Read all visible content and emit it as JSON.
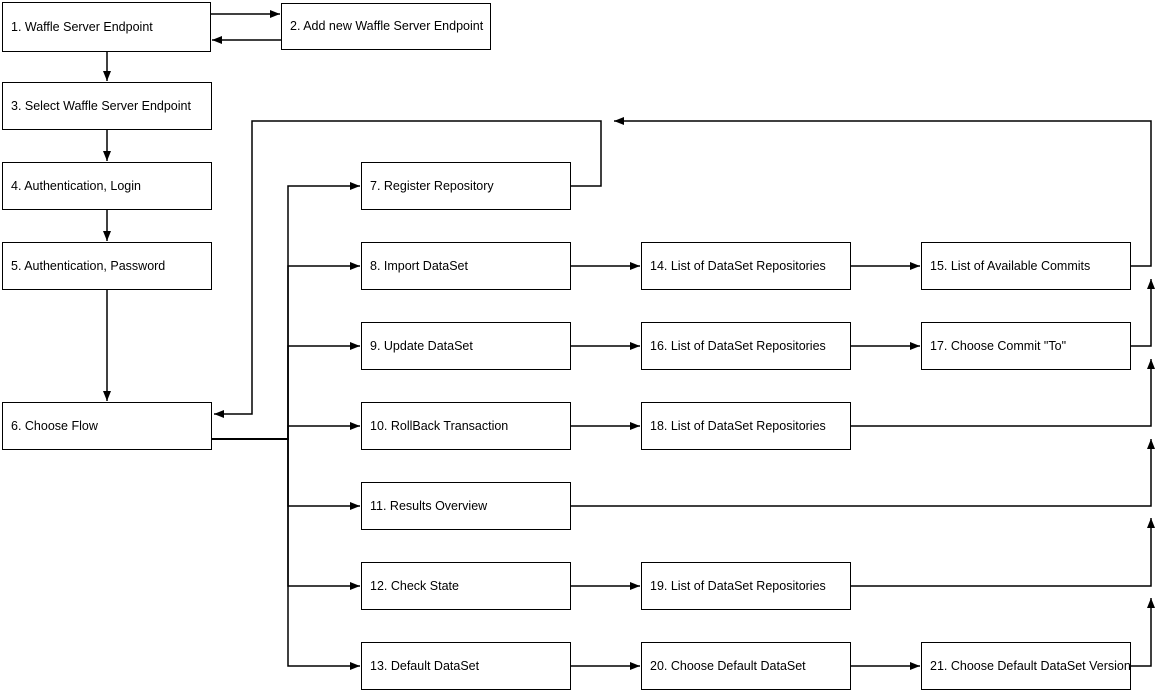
{
  "diagram": {
    "colors": {
      "background": "#ffffff",
      "node_fill": "#ffffff",
      "node_stroke": "#000000",
      "text": "#000000",
      "arrow": "#000000"
    },
    "nodes": [
      {
        "id": "n1",
        "label": "1. Waffle Server Endpoint"
      },
      {
        "id": "n2",
        "label": "2. Add new Waffle Server Endpoint"
      },
      {
        "id": "n3",
        "label": "3. Select Waffle Server Endpoint"
      },
      {
        "id": "n4",
        "label": "4. Authentication, Login"
      },
      {
        "id": "n5",
        "label": "5. Authentication, Password"
      },
      {
        "id": "n6",
        "label": "6. Choose Flow"
      },
      {
        "id": "n7",
        "label": "7. Register Repository"
      },
      {
        "id": "n8",
        "label": "8. Import DataSet"
      },
      {
        "id": "n9",
        "label": "9. Update DataSet"
      },
      {
        "id": "n10",
        "label": "10. RollBack Transaction"
      },
      {
        "id": "n11",
        "label": "11. Results Overview"
      },
      {
        "id": "n12",
        "label": "12. Check State"
      },
      {
        "id": "n13",
        "label": "13. Default DataSet"
      },
      {
        "id": "n14",
        "label": "14. List of DataSet Repositories"
      },
      {
        "id": "n15",
        "label": "15. List of Available Commits"
      },
      {
        "id": "n16",
        "label": "16. List of DataSet Repositories"
      },
      {
        "id": "n17",
        "label": "17. Choose Commit \"To\""
      },
      {
        "id": "n18",
        "label": "18. List of DataSet Repositories"
      },
      {
        "id": "n19",
        "label": "19. List of DataSet Repositories"
      },
      {
        "id": "n20",
        "label": "20. Choose Default DataSet"
      },
      {
        "id": "n21",
        "label": "21. Choose Default DataSet Version"
      }
    ],
    "edges": [
      {
        "id": "e1",
        "from": "n1",
        "to": "n2",
        "type": "forward"
      },
      {
        "id": "e2",
        "from": "n2",
        "to": "n1",
        "type": "back"
      },
      {
        "id": "e3",
        "from": "n1",
        "to": "n3",
        "type": "forward"
      },
      {
        "id": "e4",
        "from": "n3",
        "to": "n4",
        "type": "forward"
      },
      {
        "id": "e5",
        "from": "n4",
        "to": "n5",
        "type": "forward"
      },
      {
        "id": "e6",
        "from": "n5",
        "to": "n6",
        "type": "forward"
      },
      {
        "id": "e7",
        "from": "n6",
        "to": "n7",
        "type": "branch"
      },
      {
        "id": "e8",
        "from": "n6",
        "to": "n8",
        "type": "branch"
      },
      {
        "id": "e9",
        "from": "n6",
        "to": "n9",
        "type": "branch"
      },
      {
        "id": "e10",
        "from": "n6",
        "to": "n10",
        "type": "branch"
      },
      {
        "id": "e11",
        "from": "n6",
        "to": "n11",
        "type": "branch"
      },
      {
        "id": "e12",
        "from": "n6",
        "to": "n12",
        "type": "branch"
      },
      {
        "id": "e13",
        "from": "n6",
        "to": "n13",
        "type": "branch"
      },
      {
        "id": "e14",
        "from": "n7",
        "to": "n6",
        "type": "return"
      },
      {
        "id": "e15",
        "from": "n8",
        "to": "n14",
        "type": "forward"
      },
      {
        "id": "e16",
        "from": "n14",
        "to": "n15",
        "type": "forward"
      },
      {
        "id": "e17",
        "from": "n15",
        "to": "n6",
        "type": "feedback"
      },
      {
        "id": "e18",
        "from": "n9",
        "to": "n16",
        "type": "forward"
      },
      {
        "id": "e19",
        "from": "n16",
        "to": "n17",
        "type": "forward"
      },
      {
        "id": "e20",
        "from": "n17",
        "to": "n6",
        "type": "feedback"
      },
      {
        "id": "e21",
        "from": "n10",
        "to": "n18",
        "type": "forward"
      },
      {
        "id": "e22",
        "from": "n18",
        "to": "n6",
        "type": "feedback"
      },
      {
        "id": "e23",
        "from": "n11",
        "to": "n6",
        "type": "feedback"
      },
      {
        "id": "e24",
        "from": "n12",
        "to": "n19",
        "type": "forward"
      },
      {
        "id": "e25",
        "from": "n19",
        "to": "n6",
        "type": "feedback"
      },
      {
        "id": "e26",
        "from": "n13",
        "to": "n20",
        "type": "forward"
      },
      {
        "id": "e27",
        "from": "n20",
        "to": "n21",
        "type": "forward"
      },
      {
        "id": "e28",
        "from": "n21",
        "to": "n6",
        "type": "feedback"
      }
    ]
  }
}
